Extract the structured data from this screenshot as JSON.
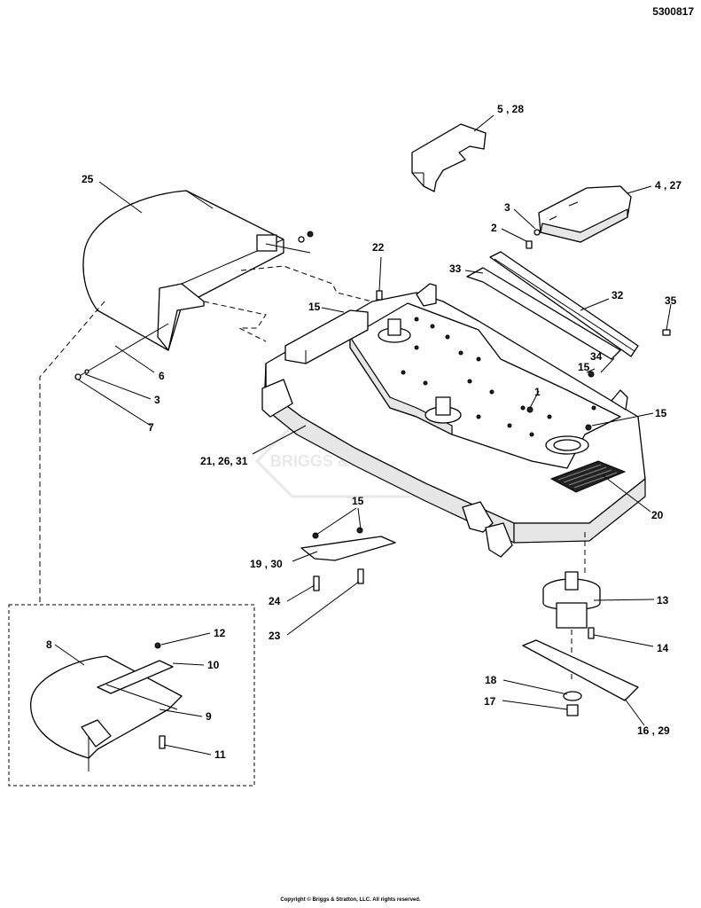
{
  "document_id": "5300817",
  "copyright": "Copyright © Briggs & Stratton, LLC. All rights reserved.",
  "watermark": "BRIGGS & STRATTON",
  "callouts": {
    "c1": "1",
    "c2": "2",
    "c3a": "3",
    "c3b": "3",
    "c4": "4 , 27",
    "c5": "5 , 28",
    "c6": "6",
    "c7": "7",
    "c8": "8",
    "c9": "9",
    "c10": "10",
    "c11": "11",
    "c12": "12",
    "c13": "13",
    "c14": "14",
    "c15a": "15",
    "c15b": "15",
    "c15c": "15",
    "c15d": "15",
    "c16": "16 , 29",
    "c17": "17",
    "c18": "18",
    "c19": "19 , 30",
    "c20": "20",
    "c21": "21, 26, 31",
    "c22": "22",
    "c23": "23",
    "c24": "24",
    "c25": "25",
    "c32": "32",
    "c33": "33",
    "c34": "34",
    "c35": "35"
  }
}
